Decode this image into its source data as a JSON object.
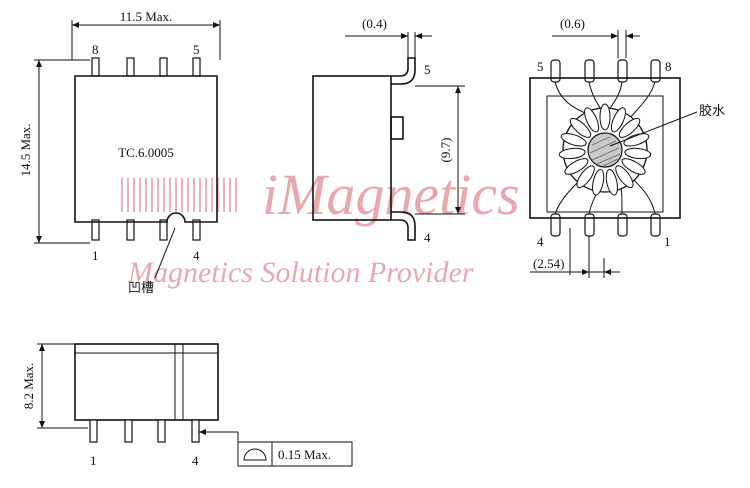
{
  "watermark": {
    "main": "iMagnetics",
    "sub": "Magnetics Solution Provider",
    "color": "#e8a8ad"
  },
  "top_view": {
    "width_dim": "11.5 Max.",
    "height_dim": "14.5 Max.",
    "part_number": "TC.6.0005",
    "pin_8": "8",
    "pin_5": "5",
    "pin_1": "1",
    "pin_4": "4",
    "notch_label": "凹槽"
  },
  "side_view": {
    "lead_thickness": "(0.4)",
    "lead_span": "(9.7)",
    "pin_5": "5",
    "pin_4": "4"
  },
  "internal_view": {
    "lead_width": "(0.6)",
    "pitch": "(2.54)",
    "glue_label": "胶水",
    "pin_5": "5",
    "pin_8": "8",
    "pin_4": "4",
    "pin_1": "1"
  },
  "front_view": {
    "height_dim": "8.2 Max.",
    "pin_1": "1",
    "pin_4": "4",
    "coplanarity": "0.15 Max."
  }
}
